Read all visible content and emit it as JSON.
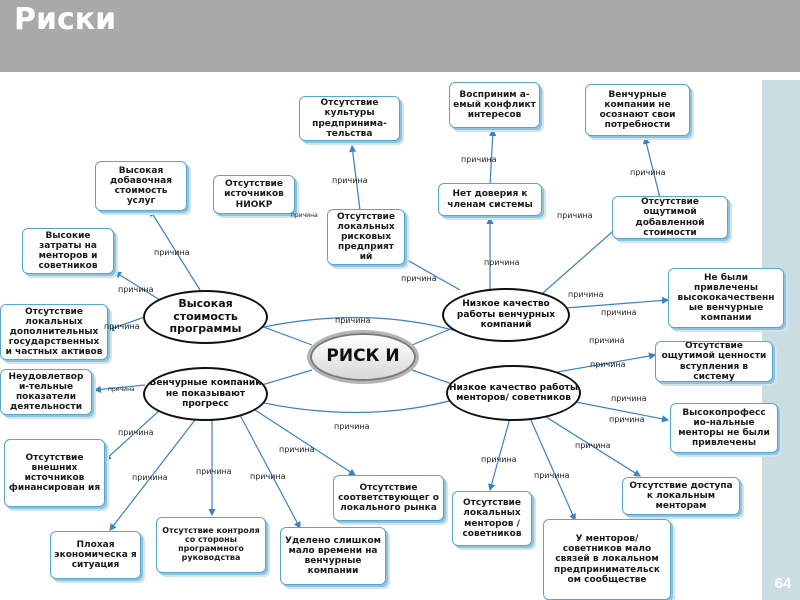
{
  "title": "Риски",
  "page_number": "64",
  "center": "РИСК И",
  "hubs": {
    "high_cost": "Высокая стоимость программы",
    "vc_progress": "Венчурные компании не показывают прогресс",
    "low_quality_vc": "Низкое качество работы венчурных компаний",
    "low_quality_mentors": "Низкое качество работы менторов/ советников"
  },
  "boxes": {
    "high_added_cost": "Высокая добавочная стоимость услуг",
    "no_sources": "Отсутствие источников НИОКР",
    "entrepreneur_culture": "Отсутствие культуры предпринима-тельства",
    "conflict_interest": "Восприним а-емый конфликт интересов",
    "vc_unaware": "Венчурные компании не осознают свои потребности",
    "high_mentor_costs": "Высокие затраты на менторов и советников",
    "local_risk": "Отсутствие локальных рисковых предприят ий",
    "no_trust": "Нет доверия к членам системы",
    "no_added_value": "Отсутствие ощутимой добавленной стоимости",
    "no_quality_vc": "Не были привлечены высококачественн ые венчурные компании",
    "extra_sources": "Отсутствие локальных дополнительных государственных и частных активов",
    "unsatisfactory": "Неудовлетвор и-тельные показатели деятельности",
    "no_entry_value": "Отсутствие ощутимой ценности вступления в систему",
    "pro_mentors": "Высокопрофесс ио-нальные менторы не были привлечены",
    "no_external": "Отсутствие внешних источников финансирован ия",
    "market_fit": "Отсутствие соответствующег о локального рынка",
    "local_mentors": "Отсутствие локальных менторов / советников",
    "mentor_access": "Отсутствие доступа к локальным менторам",
    "bad_economy": "Плохая экономическа я ситуация",
    "program_control": "Отсутствие контроля со стороны программного руководства",
    "little_time": "Уделено слишком мало времени на венчурные компании",
    "mentor_links": "У менторов/ советников мало связей в локальном предпринимательск ом сообществе"
  },
  "label_text": "причина"
}
